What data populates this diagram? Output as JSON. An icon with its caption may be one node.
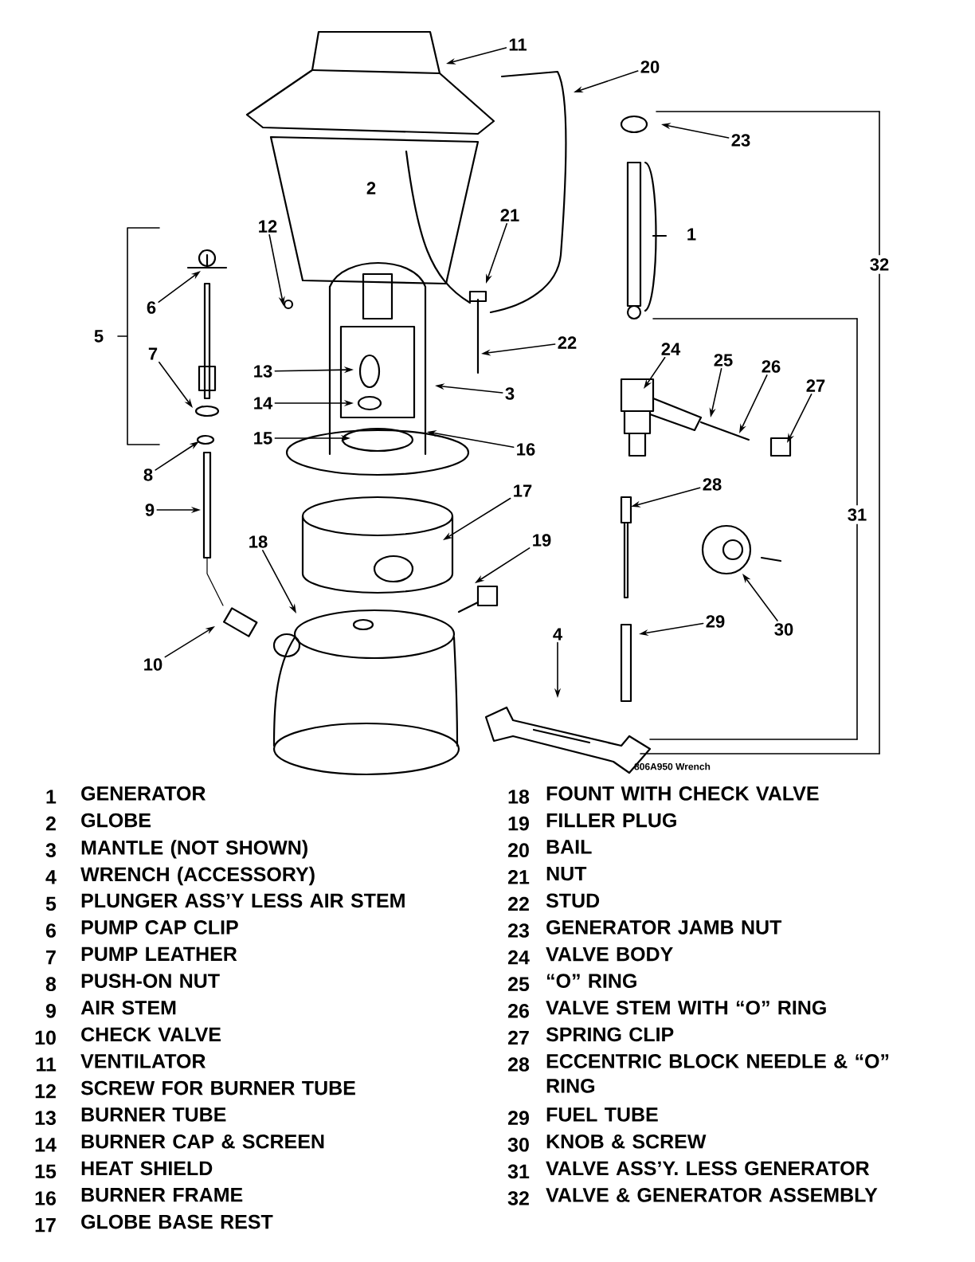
{
  "diagram": {
    "nodes": [
      {
        "text": [
          "11"
        ]
      },
      {
        "text": [
          "20"
        ]
      },
      {
        "text": [
          "23"
        ]
      },
      {
        "text": [
          "21"
        ]
      },
      {
        "text": [
          "12"
        ]
      },
      {
        "text": [
          "6"
        ]
      },
      {
        "text": [
          "22"
        ]
      },
      {
        "text": [
          "24"
        ]
      },
      {
        "text": [
          "25"
        ]
      },
      {
        "text": [
          "26"
        ]
      },
      {
        "text": [
          "27"
        ]
      },
      {
        "text": [
          "7"
        ]
      },
      {
        "text": [
          "13"
        ]
      },
      {
        "text": [
          "14"
        ]
      },
      {
        "text": [
          "3"
        ]
      },
      {
        "text": [
          "15"
        ]
      },
      {
        "text": [
          "16"
        ]
      },
      {
        "text": [
          "8"
        ]
      },
      {
        "text": [
          "28"
        ]
      },
      {
        "text": [
          "9"
        ]
      },
      {
        "text": [
          "17"
        ]
      },
      {
        "text": [
          "18"
        ]
      },
      {
        "text": [
          "19"
        ]
      },
      {
        "text": [
          "10"
        ]
      },
      {
        "text": [
          "30"
        ]
      },
      {
        "text": [
          "29"
        ]
      },
      {
        "text": [
          "4"
        ]
      }
    ],
    "edges": [
      {
        "from": 0,
        "to": null,
        "arrow": "to"
      },
      {
        "from": 1,
        "to": null,
        "arrow": "to"
      },
      {
        "from": 2,
        "to": null,
        "arrow": "to"
      },
      {
        "from": 3,
        "to": null,
        "arrow": "to"
      },
      {
        "from": 4,
        "to": null,
        "arrow": "to"
      },
      {
        "from": 5,
        "to": null,
        "arrow": "to"
      },
      {
        "from": 6,
        "to": null,
        "arrow": "to"
      },
      {
        "from": 7,
        "to": null,
        "arrow": "to"
      },
      {
        "from": 8,
        "to": null,
        "arrow": "to"
      },
      {
        "from": 9,
        "to": null,
        "arrow": "to"
      },
      {
        "from": 10,
        "to": null,
        "arrow": "to"
      },
      {
        "from": 11,
        "to": null,
        "arrow": "to"
      },
      {
        "from": 12,
        "to": null,
        "arrow": "to"
      },
      {
        "from": 13,
        "to": null,
        "arrow": "to"
      },
      {
        "from": 14,
        "to": null,
        "arrow": "to"
      },
      {
        "from": 15,
        "to": null,
        "arrow": "to"
      },
      {
        "from": 16,
        "to": null,
        "arrow": "to"
      },
      {
        "from": 17,
        "to": null,
        "arrow": "to"
      },
      {
        "from": 18,
        "to": null,
        "arrow": "to"
      },
      {
        "from": 19,
        "to": null,
        "arrow": "to"
      },
      {
        "from": 20,
        "to": null,
        "arrow": "to"
      },
      {
        "from": 21,
        "to": null,
        "arrow": "to"
      },
      {
        "from": 22,
        "to": null,
        "arrow": "to"
      },
      {
        "from": 23,
        "to": null,
        "arrow": "to"
      },
      {
        "from": 24,
        "to": null,
        "arrow": "to"
      },
      {
        "from": 25,
        "to": null,
        "arrow": "to"
      },
      {
        "from": 26,
        "to": null,
        "arrow": "to"
      }
    ],
    "labels": [
      "2",
      "1",
      "32",
      "5",
      "31",
      "806A950 Wrench",
      "1",
      "GENERATOR",
      "2",
      "GLOBE",
      "3",
      "MANTLE (NOT SHOWN)",
      "4",
      "WRENCH (ACCESSORY)",
      "5",
      "PLUNGER ASS’Y LESS AIR STEM",
      "6",
      "PUMP CAP CLIP",
      "7",
      "PUMP LEATHER",
      "8",
      "PUSH-ON NUT",
      "9",
      "AIR STEM",
      "10",
      "CHECK VALVE",
      "11",
      "VENTILATOR",
      "12",
      "SCREW FOR BURNER TUBE",
      "13",
      "BURNER TUBE",
      "14",
      "BURNER CAP & SCREEN",
      "15",
      "HEAT SHIELD",
      "16",
      "BURNER FRAME",
      "17",
      "GLOBE BASE REST",
      "18",
      "FOUNT WITH CHECK VALVE",
      "19",
      "FILLER PLUG",
      "20",
      "BAIL",
      "21",
      "NUT",
      "22",
      "STUD",
      "23",
      "GENERATOR JAMB NUT",
      "24",
      "VALVE BODY",
      "25",
      "“O” RING",
      "26",
      "VALVE STEM WITH “O” RING",
      "27",
      "SPRING CLIP",
      "28",
      "ECCENTRIC BLOCK NEEDLE & “O” RING",
      "29",
      "FUEL TUBE",
      "30",
      "KNOB & SCREW",
      "31",
      "VALVE ASS’Y. LESS GENERATOR",
      "32",
      "VALVE & GENERATOR ASSEMBLY"
    ]
  }
}
